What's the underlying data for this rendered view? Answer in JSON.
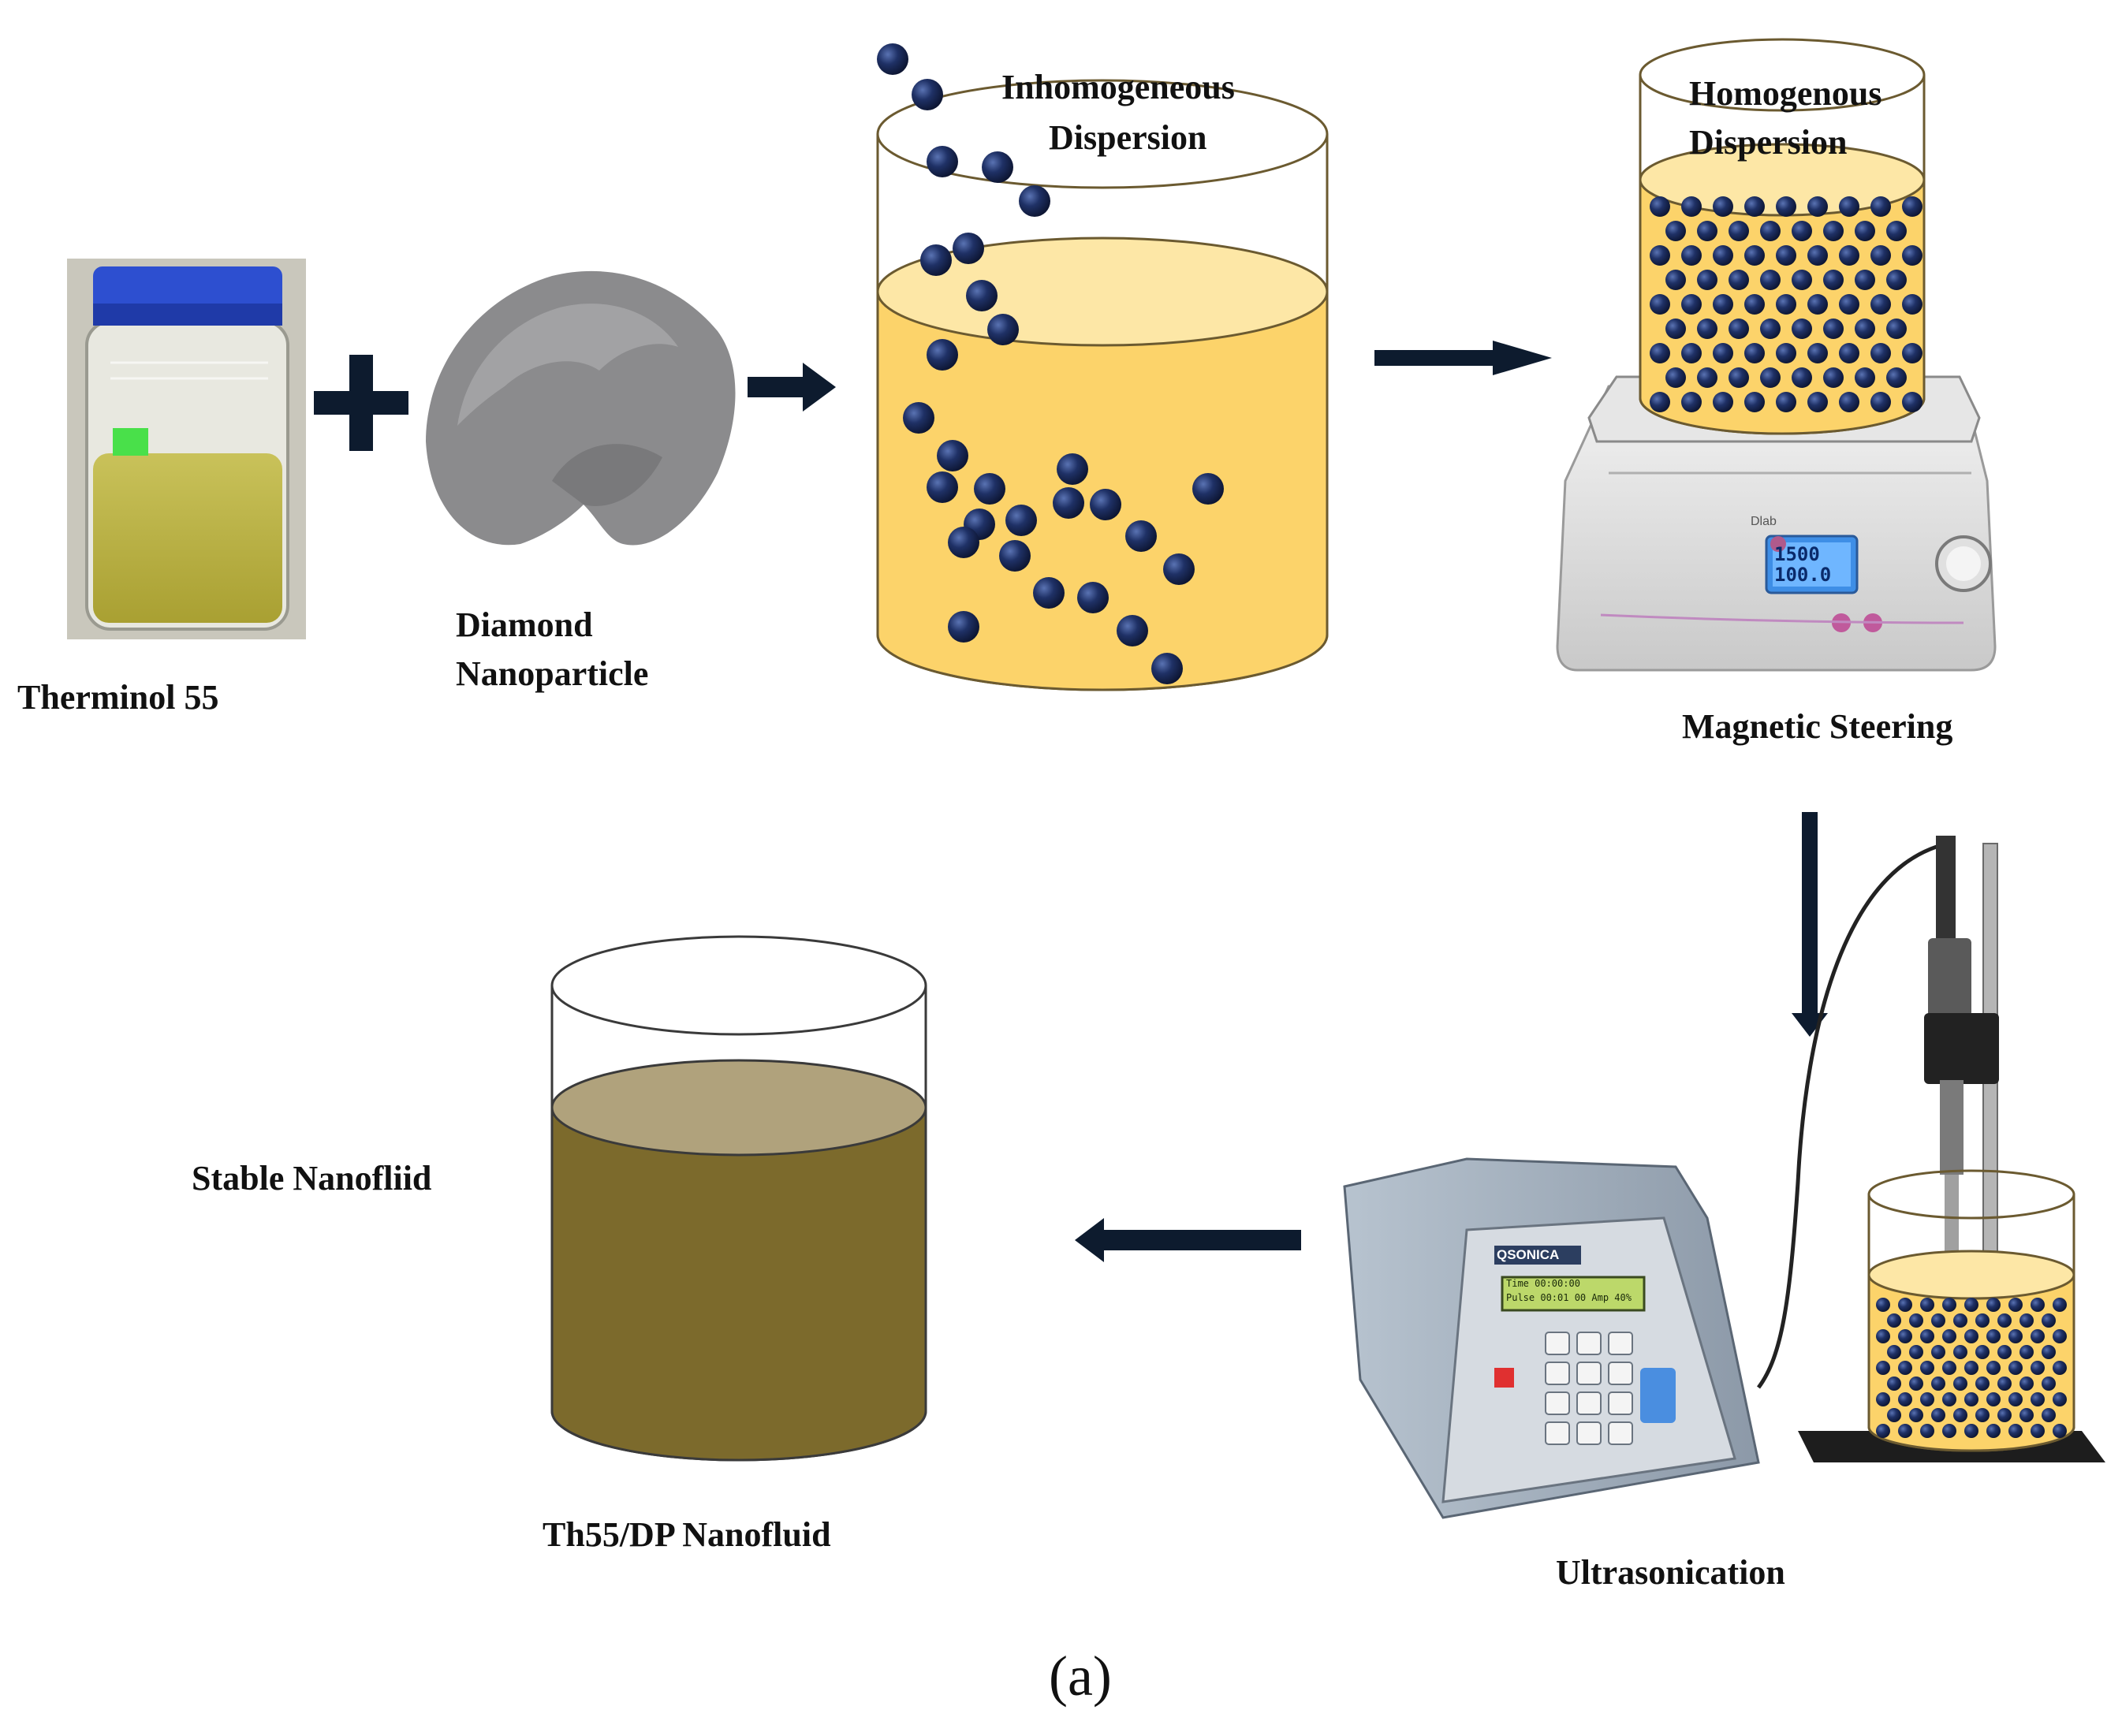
{
  "labels": {
    "therminol": "Therminol 55",
    "diamond_line1": "Diamond",
    "diamond_line2": "Nanoparticle",
    "inhomog_line1": "Inhomogeneous",
    "inhomog_line2": "Dispersion",
    "homog_line1": "Homogenous",
    "homog_line2": "Dispersion",
    "magnetic": "Magnetic Steering",
    "ultrasonication": "Ultrasonication",
    "stable": "Stable Nanofliid",
    "product": "Th55/DP Nanofluid"
  },
  "stirrer_display": {
    "line1": "1500",
    "line2": "100.0",
    "brand": "Dlab"
  },
  "sonicator": {
    "brand": "QSONICA",
    "screen_line1": "Time 00:00:00",
    "screen_line2": "Pulse 00:01 00 Amp 40%"
  },
  "caption": "(a)",
  "colors": {
    "oil": "#fcd36a",
    "oil_top": "#fde7a6",
    "particle": "#1b2a52",
    "nanofluid": "#7c6a2c",
    "nanofluid_top": "#b0a27c",
    "arrow": "#0d1b2e"
  }
}
